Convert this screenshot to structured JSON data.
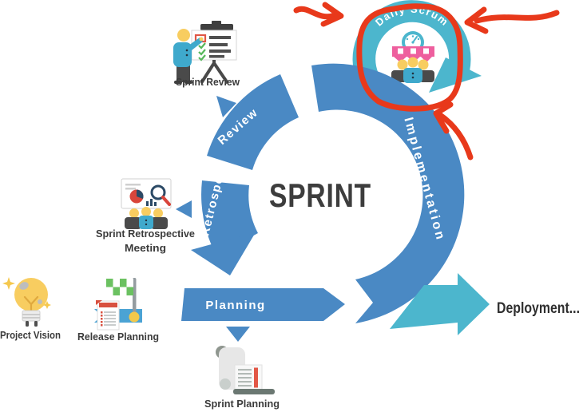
{
  "diagram": {
    "center_label": "SPRINT",
    "segments": {
      "planning": "Planning",
      "implementation": "Implementation",
      "review": "Review",
      "retrospect": "Retrospect"
    },
    "daily_scrum_label": "Daily Scrum",
    "events": {
      "sprint_review": "Sprint Review",
      "sprint_retrospective_line1": "Sprint Retrospective",
      "sprint_retrospective_line2": "Meeting",
      "project_vision": "Project Vision",
      "release_planning": "Release Planning",
      "sprint_planning": "Sprint Planning"
    },
    "deployment_label": "Deployment...",
    "colors": {
      "ring_blue": "#4a89c4",
      "teal": "#4cb6cd",
      "annotation_red": "#e8391b",
      "label_dark": "#3b3b3b",
      "pink": "#ee5f9e",
      "people_yellow": "#f8cd60",
      "navy": "#2c4a66",
      "flag_green": "#6bc161"
    }
  }
}
